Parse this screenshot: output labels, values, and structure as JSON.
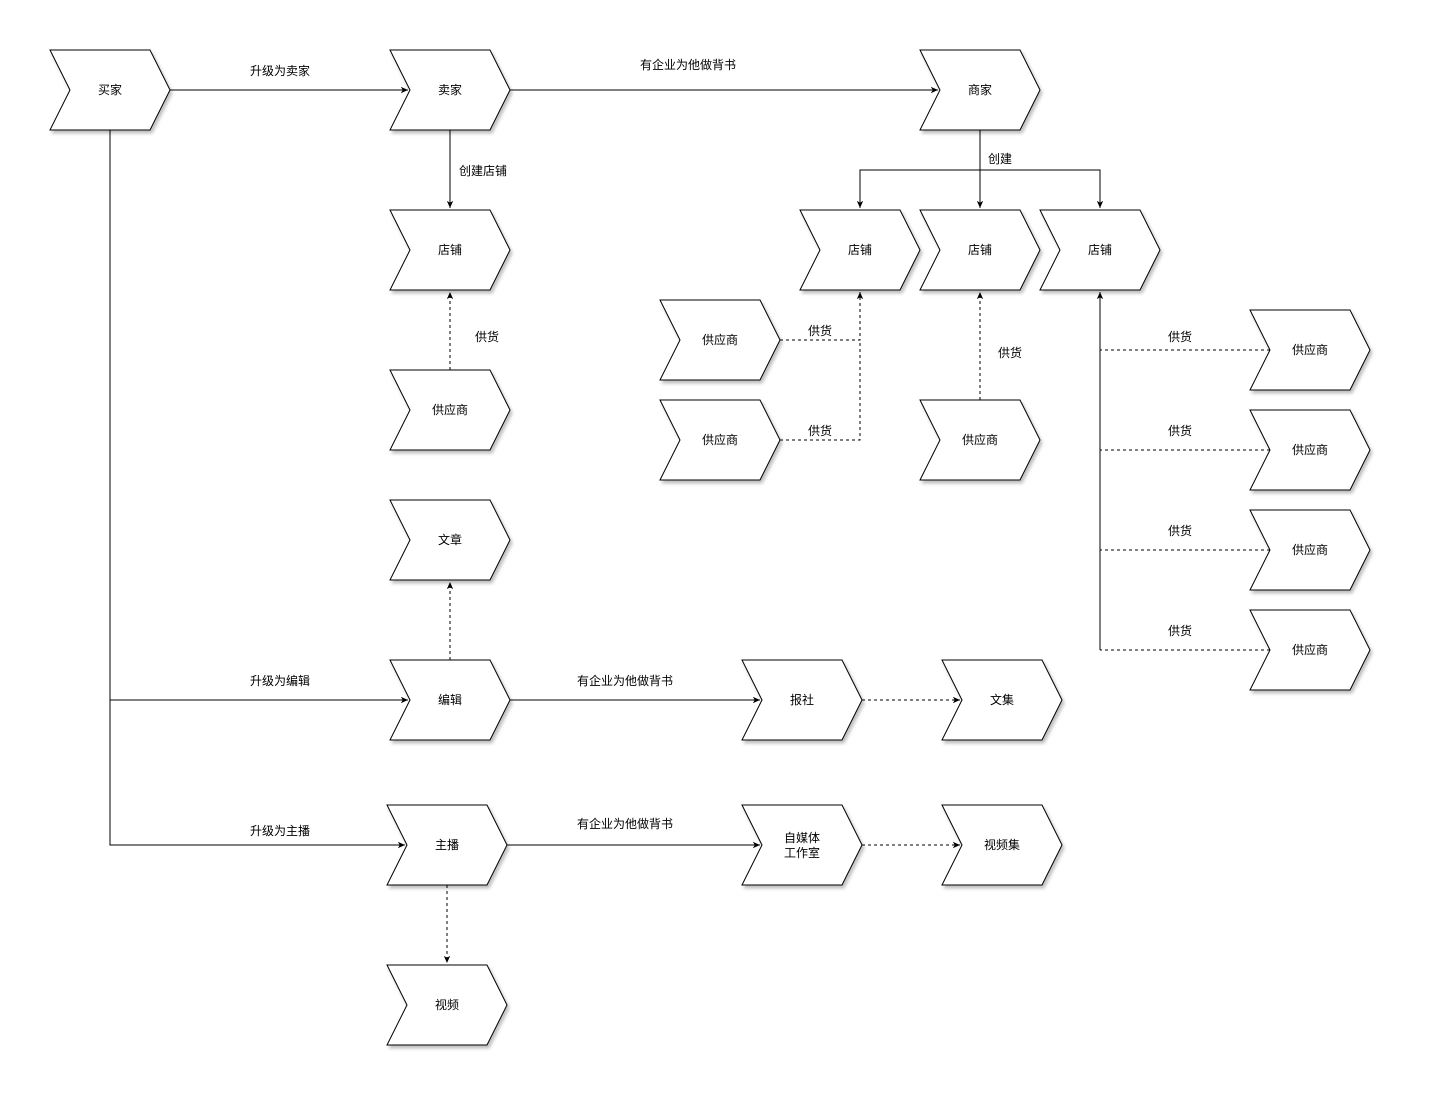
{
  "colors": {
    "stroke": "#000000",
    "fill": "#ffffff",
    "text": "#000000"
  },
  "nodes": {
    "buyer": "买家",
    "seller": "卖家",
    "merchant": "商家",
    "seller_shop": "店铺",
    "seller_supplier": "供应商",
    "merchant_shop_1": "店铺",
    "merchant_shop_2": "店铺",
    "merchant_shop_3": "店铺",
    "supplier_a": "供应商",
    "supplier_b": "供应商",
    "supplier_c": "供应商",
    "supplier_r1": "供应商",
    "supplier_r2": "供应商",
    "supplier_r3": "供应商",
    "supplier_r4": "供应商",
    "article": "文章",
    "editor": "编辑",
    "newspaper": "报社",
    "anthology": "文集",
    "streamer": "主播",
    "media_studio_line1": "自媒体",
    "media_studio_line2": "工作室",
    "video_collection": "视频集",
    "video": "视频"
  },
  "edges": {
    "upgrade_seller": "升级为卖家",
    "endorse_merchant": "有企业为他做背书",
    "create_shop": "创建店铺",
    "create": "创建",
    "supply_seller_shop": "供货",
    "supply_a": "供货",
    "supply_b": "供货",
    "supply_c": "供货",
    "supply_r1": "供货",
    "supply_r2": "供货",
    "supply_r3": "供货",
    "supply_r4": "供货",
    "upgrade_editor": "升级为编辑",
    "endorse_newspaper": "有企业为他做背书",
    "upgrade_streamer": "升级为主播",
    "endorse_studio": "有企业为他做背书"
  }
}
